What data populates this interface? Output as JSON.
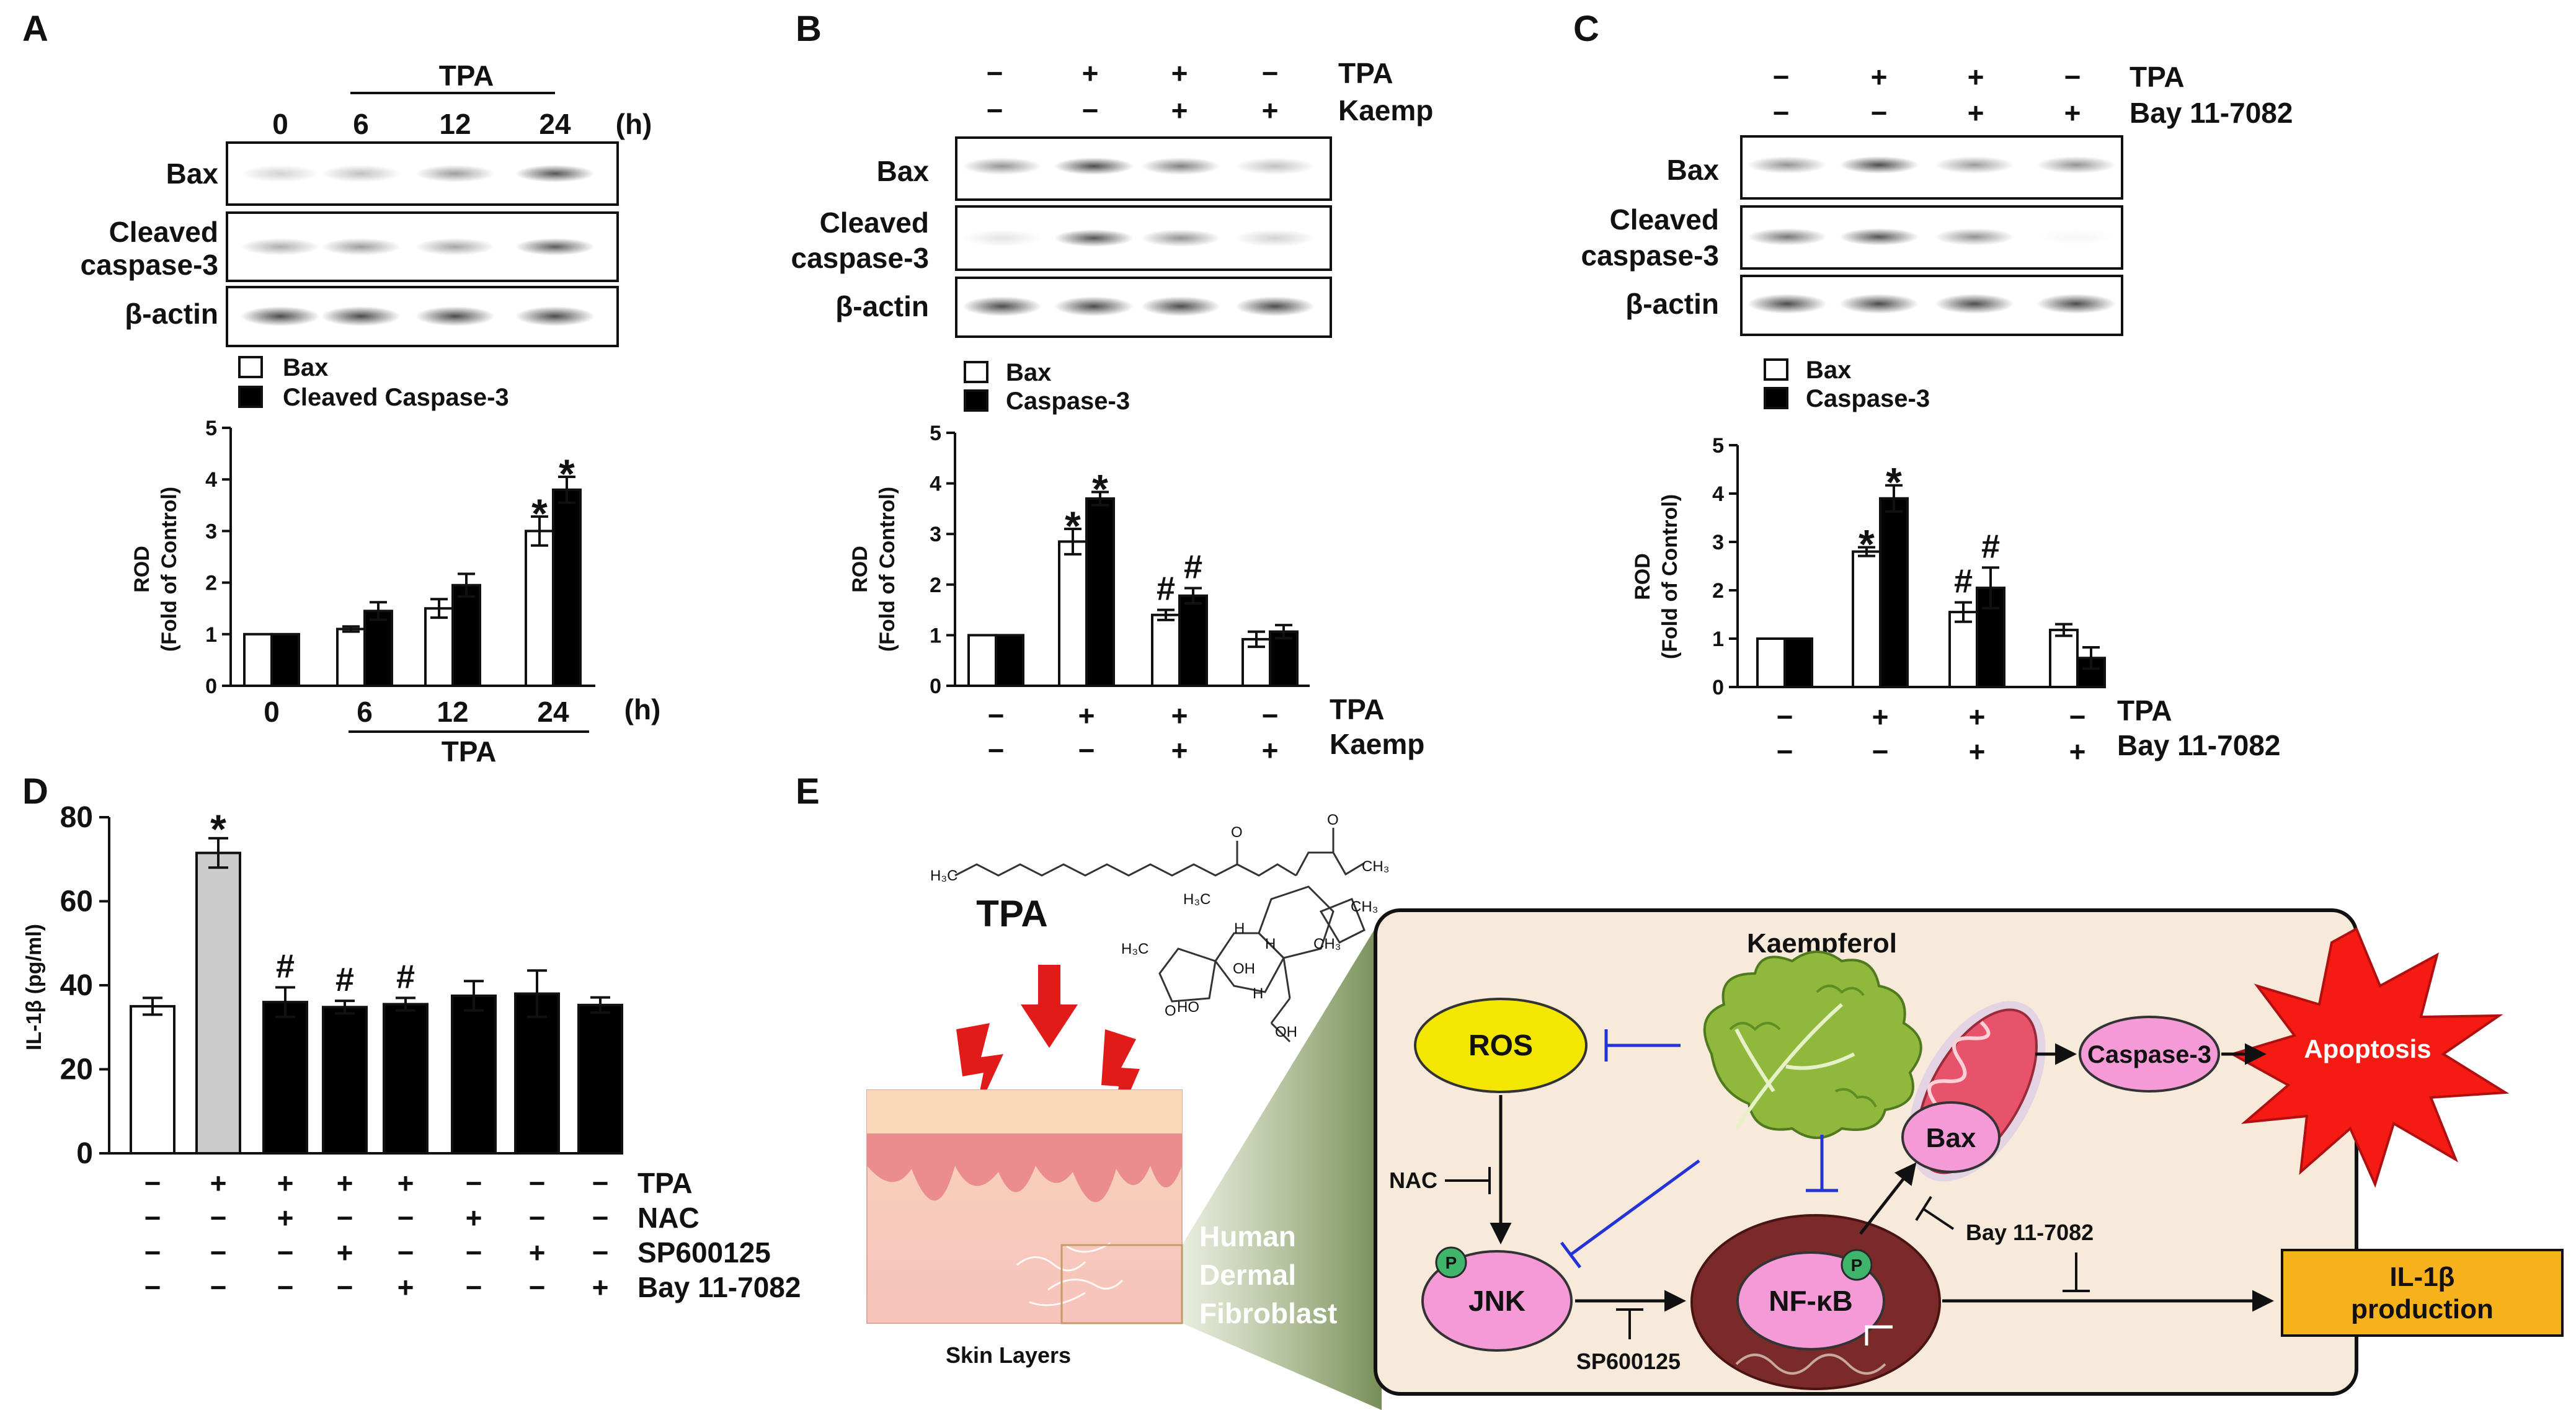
{
  "panel_labels": [
    "A",
    "B",
    "C",
    "D",
    "E"
  ],
  "signs": {
    "minus": "−",
    "plus": "+"
  },
  "panelA": {
    "treatment": "TPA",
    "unit": "(h)",
    "blot_labels": [
      "Bax",
      "Cleaved caspase-3",
      "β-actin"
    ],
    "legend": [
      "Bax",
      "Cleaved Caspase-3"
    ],
    "ylabel": "ROD",
    "ylabel2": "(Fold of Control)",
    "sig": "*"
  },
  "panelB": {
    "row_labels": [
      "TPA",
      "Kaemp"
    ],
    "blot_labels": [
      "Bax",
      "Cleaved caspase-3",
      "β-actin"
    ],
    "legend": [
      "Bax",
      "Caspase-3"
    ],
    "ylabel": "ROD",
    "ylabel2": "(Fold of Control)",
    "sig": "*",
    "sig2": "#"
  },
  "panelC": {
    "row_labels": [
      "TPA",
      "Bay 11-7082"
    ],
    "blot_labels": [
      "Bax",
      "Cleaved caspase-3",
      "β-actin"
    ],
    "legend": [
      "Bax",
      "Caspase-3"
    ],
    "ylabel": "ROD",
    "ylabel2": "(Fold of Control)",
    "sig": "*",
    "sig2": "#"
  },
  "panelD": {
    "ylabel": "IL-1β (pg/ml)",
    "row_labels": [
      "TPA",
      "NAC",
      "SP600125",
      "Bay 11-7082"
    ],
    "sig": "*",
    "sig2": "#"
  },
  "panelE": {
    "tpa": "TPA",
    "skin": "Skin Layers",
    "fibroblast": [
      "Human",
      "Dermal",
      "Fibroblast"
    ],
    "kaempferol": "Kaempferol",
    "nodes": {
      "ros": "ROS",
      "jnk": "JNK",
      "nfkb": "NF-κB",
      "bax": "Bax",
      "caspase": "Caspase-3",
      "apoptosis": "Apoptosis",
      "il1b": [
        "IL-1β",
        "production"
      ],
      "p": "P"
    },
    "inhibitors": {
      "nac": "NAC",
      "sp": "SP600125",
      "bay": "Bay 11-7082"
    },
    "chem": {
      "h3c": "H₃C",
      "ch3": "CH₃",
      "oh": "OH",
      "ho": "HO",
      "h": "H",
      "o": "O"
    }
  },
  "chart_data": [
    {
      "type": "bar",
      "panel": "A",
      "categories": [
        "0",
        "6",
        "12",
        "24"
      ],
      "series": [
        {
          "name": "Bax",
          "values": [
            1.0,
            1.1,
            1.5,
            3.0
          ],
          "errors": [
            0.0,
            0.05,
            0.18,
            0.28
          ]
        },
        {
          "name": "Cleaved Caspase-3",
          "values": [
            1.0,
            1.45,
            1.95,
            3.8
          ],
          "errors": [
            0.0,
            0.17,
            0.22,
            0.25
          ]
        }
      ],
      "xlabel": "(h)",
      "xgroup": "TPA",
      "ylabel": "ROD (Fold of Control)",
      "ylim": [
        0,
        5
      ],
      "yticks": [
        0,
        1,
        2,
        3,
        4,
        5
      ],
      "significance": [
        "",
        "",
        "",
        "*"
      ],
      "colors": {
        "Bax": "#ffffff",
        "Cleaved Caspase-3": "#000000"
      }
    },
    {
      "type": "bar",
      "panel": "B",
      "conditions": {
        "TPA": [
          "−",
          "+",
          "+",
          "−"
        ],
        "Kaemp": [
          "−",
          "−",
          "+",
          "+"
        ]
      },
      "series": [
        {
          "name": "Bax",
          "values": [
            1.0,
            2.85,
            1.4,
            0.92
          ],
          "errors": [
            0.0,
            0.25,
            0.1,
            0.15
          ]
        },
        {
          "name": "Caspase-3",
          "values": [
            1.0,
            3.7,
            1.78,
            1.07
          ],
          "errors": [
            0.0,
            0.13,
            0.15,
            0.13
          ]
        }
      ],
      "ylabel": "ROD (Fold of Control)",
      "ylim": [
        0,
        5
      ],
      "yticks": [
        0,
        1,
        2,
        3,
        4,
        5
      ],
      "significance": [
        "",
        "*",
        "#",
        ""
      ],
      "colors": {
        "Bax": "#ffffff",
        "Caspase-3": "#000000"
      }
    },
    {
      "type": "bar",
      "panel": "C",
      "conditions": {
        "TPA": [
          "−",
          "+",
          "+",
          "−"
        ],
        "Bay 11-7082": [
          "−",
          "−",
          "+",
          "+"
        ]
      },
      "series": [
        {
          "name": "Bax",
          "values": [
            1.0,
            2.8,
            1.55,
            1.18
          ],
          "errors": [
            0.0,
            0.09,
            0.2,
            0.12
          ]
        },
        {
          "name": "Caspase-3",
          "values": [
            1.0,
            3.9,
            2.05,
            0.6
          ],
          "errors": [
            0.0,
            0.27,
            0.42,
            0.22
          ]
        }
      ],
      "ylabel": "ROD (Fold of Control)",
      "ylim": [
        0,
        5
      ],
      "yticks": [
        0,
        1,
        2,
        3,
        4,
        5
      ],
      "significance": [
        "",
        "*",
        "#",
        ""
      ],
      "colors": {
        "Bax": "#ffffff",
        "Caspase-3": "#000000"
      }
    },
    {
      "type": "bar",
      "panel": "D",
      "conditions": {
        "TPA": [
          "−",
          "+",
          "+",
          "+",
          "+",
          "−",
          "−",
          "−"
        ],
        "NAC": [
          "−",
          "−",
          "+",
          "−",
          "−",
          "+",
          "−",
          "−"
        ],
        "SP600125": [
          "−",
          "−",
          "−",
          "+",
          "−",
          "−",
          "+",
          "−"
        ],
        "Bay 11-7082": [
          "−",
          "−",
          "−",
          "−",
          "+",
          "−",
          "−",
          "+"
        ]
      },
      "values": [
        35,
        71.5,
        36,
        34.8,
        35.5,
        37.5,
        38,
        35.3
      ],
      "errors": [
        2,
        3.5,
        3.5,
        1.5,
        1.5,
        3.5,
        5.5,
        1.8
      ],
      "colors": [
        "#ffffff",
        "#cccccc",
        "#000000",
        "#000000",
        "#000000",
        "#000000",
        "#000000",
        "#000000"
      ],
      "ylabel": "IL-1β (pg/ml)",
      "ylim": [
        0,
        80
      ],
      "yticks": [
        0,
        20,
        40,
        60,
        80
      ],
      "significance": [
        "",
        "*",
        "#",
        "#",
        "#",
        "",
        "",
        ""
      ]
    }
  ]
}
